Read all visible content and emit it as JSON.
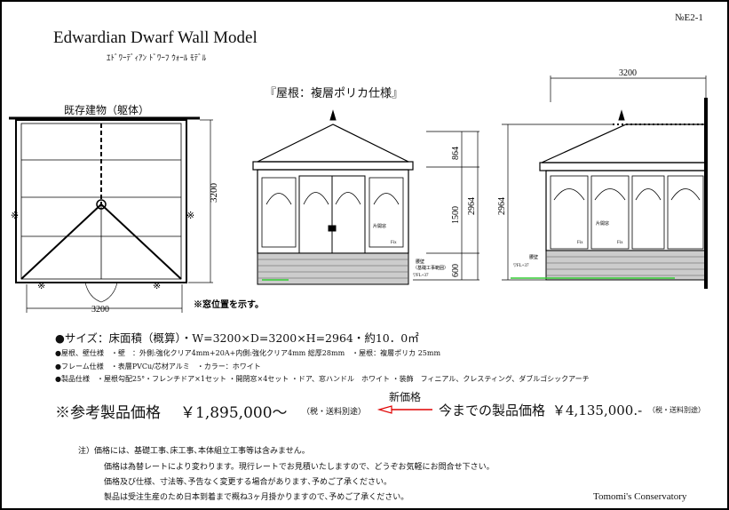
{
  "header": {
    "title": "Edwardian Dwarf Wall Model",
    "subtitle": "ｴﾄﾞﾜｰﾃﾞｨｱﾝ ﾄﾞﾜｰﾌ ｳｫｰﾙ ﾓﾃﾞﾙ",
    "doc_no": "№E2-1",
    "roof_spec": "『屋根：複層ポリカ仕様』"
  },
  "drawings": {
    "existing_building": "既存建物（躯体）",
    "plan_width": "3200",
    "plan_depth": "3200",
    "asterisk": "※",
    "window_note": "※窓位置を示す。",
    "front_dims": [
      "864",
      "1500",
      "600"
    ],
    "front_total": "2964",
    "side_total": "2964",
    "side_width": "3200",
    "fix_label": "Fix",
    "opening_window": "片開窓",
    "dwarf_wall": "腰壁",
    "foundation_scope": "（基礎工事範囲）",
    "floor_level": "▽FL+37"
  },
  "specs": {
    "size": "●サイズ：床面積（概算）・W=3200×D=3200×H=2964・約10．0㎡",
    "roof_wall": "●屋根、壁仕様　・壁　：外側:強化クリア4mm+20A+内側:強化クリア4mm  総厚28mm　・屋根：複層ポリカ  25mm",
    "frame": "●フレーム仕様　・表層PVCu/芯材アルミ　・カラー：ホワイト",
    "product": "●製品仕様　・屋根勾配25°・フレンチドア×1セット ・開閉窓×4セット ・ドア、窓ハンドル　ホワイト ・装飾　フィニアル、クレスティング、ダブルゴシックアーチ"
  },
  "pricing": {
    "ref_label": "※参考製品価格",
    "ref_price": "￥1,895,000～",
    "tax_note": "（税・送料別途）",
    "new_price_label": "新価格",
    "old_label": "今までの製品価格",
    "old_price": "￥4,135,000.-",
    "old_tax_note": "（税・送料別途）",
    "arrow_color": "#e00000"
  },
  "notes": [
    "注）価格には、基礎工事､床工事､本体組立工事等は含みません。",
    "価格は為替レートにより変わります。現行レートでお見積いたしますので、どうぞお気軽にお問合せ下さい。",
    "価格及び仕様、寸法等､予告なく変更する場合があります､予めご了承ください。",
    "製品は受注生産のため日本到着まで概ね3ヶ月掛かりますので､予めご了承ください。"
  ],
  "footer": {
    "company": "Tomomi's Conservatory"
  }
}
